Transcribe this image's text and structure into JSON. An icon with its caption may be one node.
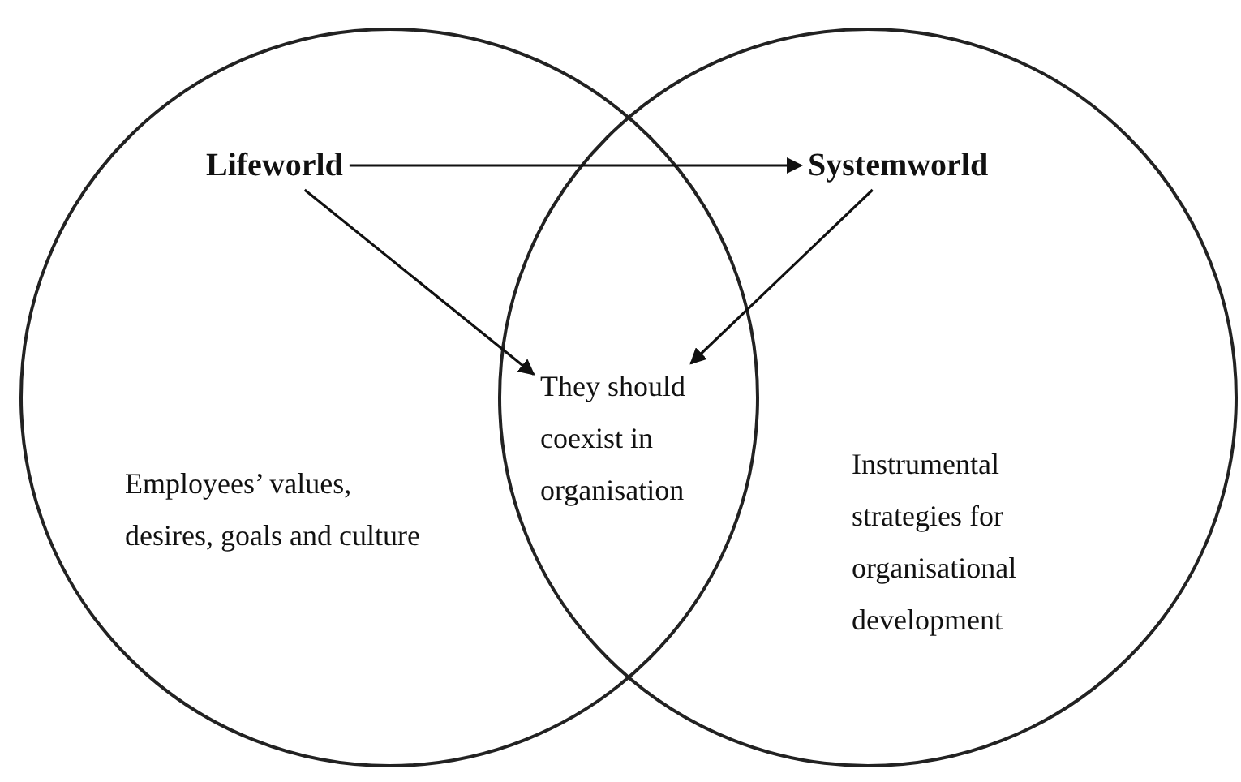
{
  "diagram": {
    "nodes": [
      {
        "text": [],
        "shape": "circle"
      },
      {
        "text": [],
        "shape": "circle"
      },
      {
        "text": [
          "Lifeworld"
        ],
        "in": 0
      },
      {
        "text": [
          "Systemworld"
        ],
        "in": 1
      },
      {
        "text": [
          "They should coexist in organisation"
        ]
      },
      {
        "text": [
          "Employees’ values, desires, goals and culture"
        ],
        "in": 0
      },
      {
        "text": [
          "Instrumental strategies for organisational development"
        ],
        "in": 1
      }
    ],
    "edges": [
      {
        "from": 2,
        "to": 3,
        "arrow": "to"
      },
      {
        "from": 2,
        "to": 4,
        "arrow": "to"
      },
      {
        "from": 3,
        "to": 4,
        "arrow": "to"
      }
    ]
  }
}
